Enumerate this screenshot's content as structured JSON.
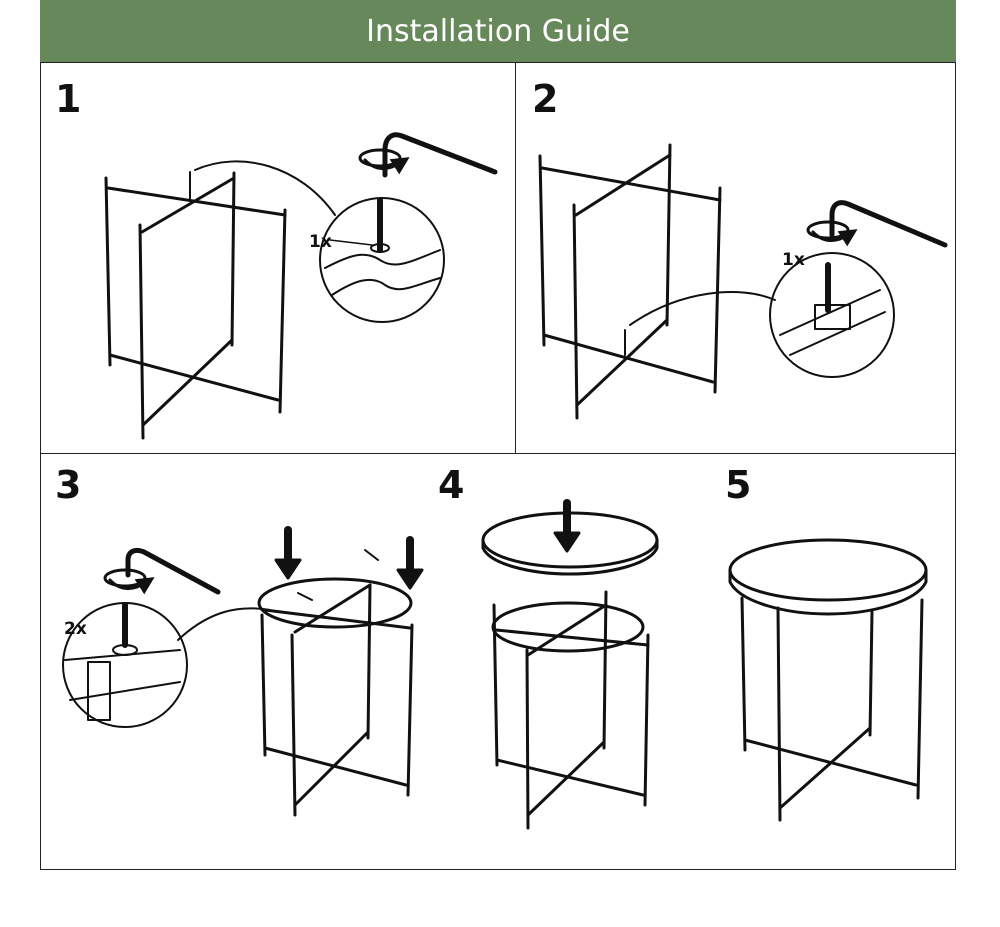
{
  "header": {
    "title": "Installation Guide"
  },
  "colors": {
    "header_bg": "#66885a",
    "header_text": "#ffffff",
    "line": "#111111"
  },
  "steps": [
    {
      "number": "1",
      "quantity": "1x"
    },
    {
      "number": "2",
      "quantity": "1x"
    },
    {
      "number": "3",
      "quantity": "2x"
    },
    {
      "number": "4"
    },
    {
      "number": "5"
    }
  ]
}
